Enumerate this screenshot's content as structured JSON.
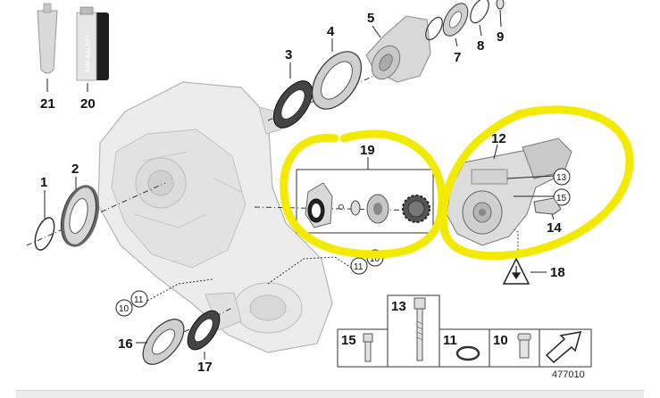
{
  "parts": {
    "p1": "1",
    "p2": "2",
    "p3": "3",
    "p4": "4",
    "p5": "5",
    "p7": "7",
    "p8": "8",
    "p9": "9",
    "p10": "10",
    "p11": "11",
    "p12": "12",
    "p13": "13",
    "p14": "14",
    "p15": "15",
    "p16": "16",
    "p17": "17",
    "p18": "18",
    "p19": "19",
    "p20": "20",
    "p21": "21"
  },
  "legend": {
    "l13": "13",
    "l15": "15",
    "l11": "11",
    "l10": "10"
  },
  "tube_label": "LOCTITE 5970",
  "diagram_id": "477010",
  "highlight_color": "#f2ea00"
}
